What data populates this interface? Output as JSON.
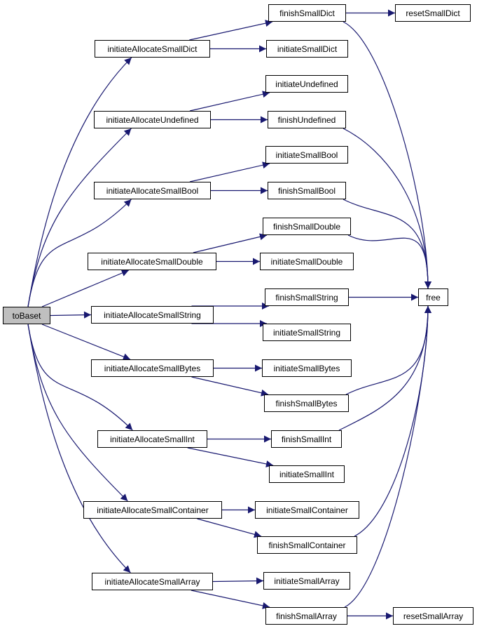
{
  "colors": {
    "edge": "#191970",
    "root_fill": "#bfbfbf",
    "node_fill": "#ffffff"
  },
  "nodes": {
    "toBaset": "toBaset",
    "iaDict": "initiateAllocateSmallDict",
    "iaUndef": "initiateAllocateUndefined",
    "iaBool": "initiateAllocateSmallBool",
    "iaDouble": "initiateAllocateSmallDouble",
    "iaString": "initiateAllocateSmallString",
    "iaBytes": "initiateAllocateSmallBytes",
    "iaInt": "initiateAllocateSmallInt",
    "iaCont": "initiateAllocateSmallContainer",
    "iaArray": "initiateAllocateSmallArray",
    "fDict": "finishSmallDict",
    "rDict": "resetSmallDict",
    "iDict": "initiateSmallDict",
    "iUndef": "initiateUndefined",
    "fUndef": "finishUndefined",
    "iBool": "initiateSmallBool",
    "fBool": "finishSmallBool",
    "fDouble": "finishSmallDouble",
    "iDouble": "initiateSmallDouble",
    "fString": "finishSmallString",
    "free": "free",
    "iString": "initiateSmallString",
    "iBytes": "initiateSmallBytes",
    "fBytes": "finishSmallBytes",
    "fInt": "finishSmallInt",
    "iInt": "initiateSmallInt",
    "iCont": "initiateSmallContainer",
    "fCont": "finishSmallContainer",
    "iArray": "initiateSmallArray",
    "fArray": "finishSmallArray",
    "rArray": "resetSmallArray"
  },
  "edges": [
    [
      "toBaset",
      "iaDict"
    ],
    [
      "toBaset",
      "iaUndef"
    ],
    [
      "toBaset",
      "iaBool"
    ],
    [
      "toBaset",
      "iaDouble"
    ],
    [
      "toBaset",
      "iaString"
    ],
    [
      "toBaset",
      "iaBytes"
    ],
    [
      "toBaset",
      "iaInt"
    ],
    [
      "toBaset",
      "iaCont"
    ],
    [
      "toBaset",
      "iaArray"
    ],
    [
      "iaDict",
      "fDict"
    ],
    [
      "iaDict",
      "iDict"
    ],
    [
      "fDict",
      "rDict"
    ],
    [
      "iaUndef",
      "iUndef"
    ],
    [
      "iaUndef",
      "fUndef"
    ],
    [
      "iaBool",
      "iBool"
    ],
    [
      "iaBool",
      "fBool"
    ],
    [
      "iaDouble",
      "fDouble"
    ],
    [
      "iaDouble",
      "iDouble"
    ],
    [
      "iaString",
      "fString"
    ],
    [
      "iaString",
      "iString"
    ],
    [
      "iaBytes",
      "iBytes"
    ],
    [
      "iaBytes",
      "fBytes"
    ],
    [
      "iaInt",
      "fInt"
    ],
    [
      "iaInt",
      "iInt"
    ],
    [
      "iaCont",
      "iCont"
    ],
    [
      "iaCont",
      "fCont"
    ],
    [
      "iaArray",
      "iArray"
    ],
    [
      "iaArray",
      "fArray"
    ],
    [
      "fArray",
      "rArray"
    ],
    [
      "fDict",
      "free"
    ],
    [
      "fUndef",
      "free"
    ],
    [
      "fBool",
      "free"
    ],
    [
      "fDouble",
      "free"
    ],
    [
      "fString",
      "free"
    ],
    [
      "fBytes",
      "free"
    ],
    [
      "fInt",
      "free"
    ],
    [
      "fCont",
      "free"
    ],
    [
      "fArray",
      "free"
    ]
  ]
}
